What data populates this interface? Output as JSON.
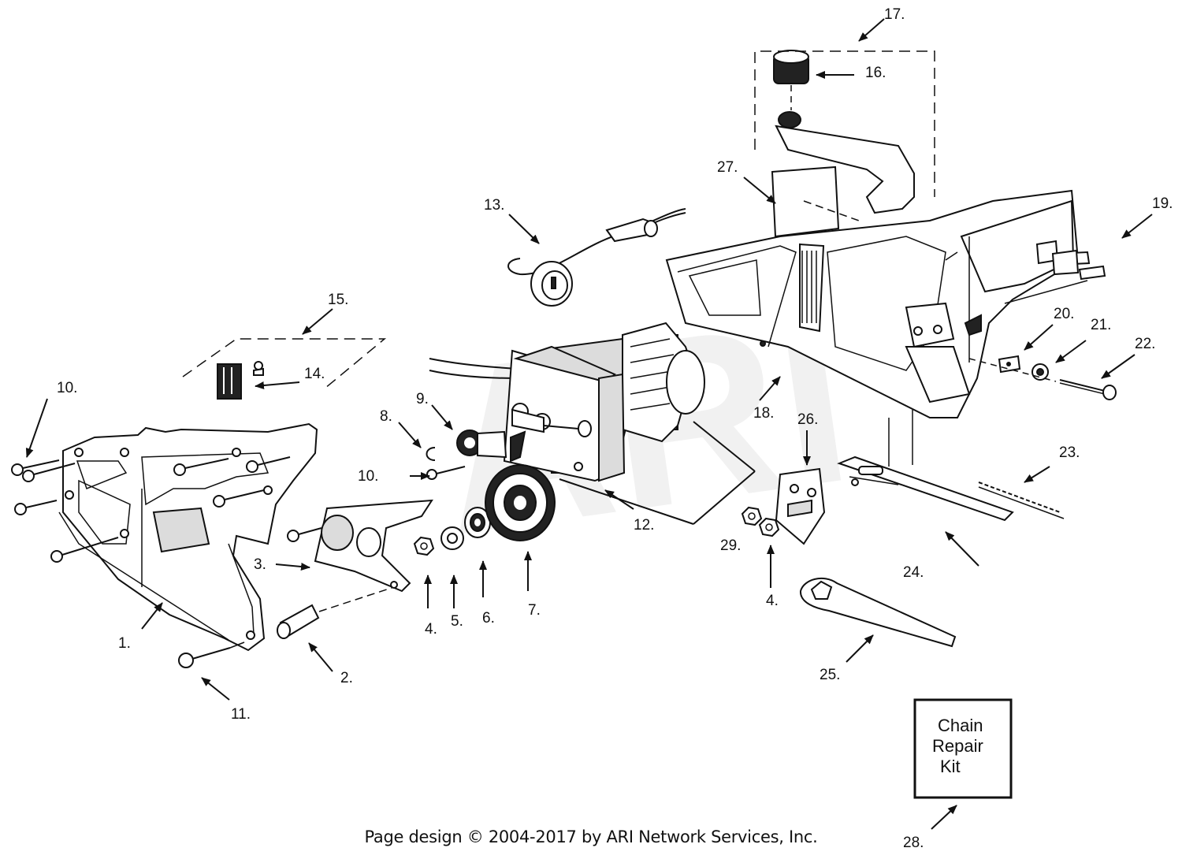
{
  "labels": {
    "p1": "1.",
    "p2": "2.",
    "p3": "3.",
    "p4a": "4.",
    "p4b": "4.",
    "p5": "5.",
    "p6": "6.",
    "p7": "7.",
    "p8": "8.",
    "p9": "9.",
    "p10a": "10.",
    "p10b": "10.",
    "p11": "11.",
    "p12": "12.",
    "p13": "13.",
    "p14": "14.",
    "p15": "15.",
    "p16": "16.",
    "p17": "17.",
    "p18": "18.",
    "p19": "19.",
    "p20": "20.",
    "p21": "21.",
    "p22": "22.",
    "p23": "23.",
    "p24": "24.",
    "p25": "25.",
    "p26": "26.",
    "p27": "27.",
    "p28": "28.",
    "p29": "29."
  },
  "kit": {
    "line1": "Chain",
    "line2": "Repair",
    "line3": "Kit"
  },
  "watermark": "ARI",
  "footer": "Page design © 2004-2017 by ARI Network Services, Inc."
}
